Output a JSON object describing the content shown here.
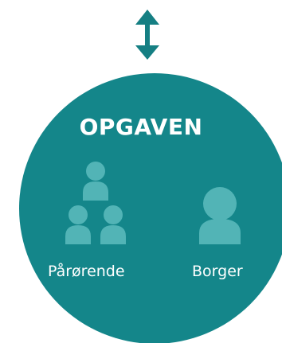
{
  "diagram": {
    "title": "OPGAVEN",
    "groups": [
      {
        "id": "relatives",
        "label": "Pårørende",
        "icon": "group-of-three-people-icon"
      },
      {
        "id": "citizen",
        "label": "Borger",
        "icon": "single-person-icon"
      }
    ],
    "connector_icon": "double-headed-vertical-arrow-icon"
  },
  "colors": {
    "circle": "#14868a",
    "icons": "#52b4b6",
    "arrow": "#157f83",
    "text": "#ffffff"
  }
}
